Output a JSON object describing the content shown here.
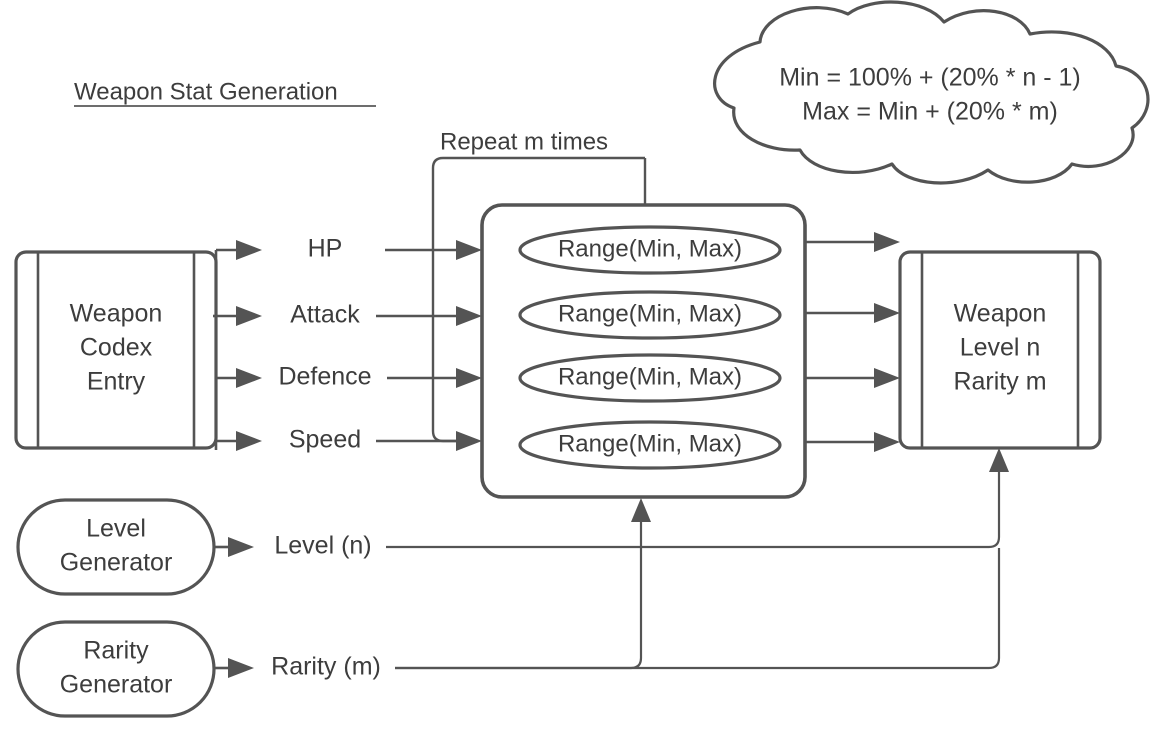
{
  "page": {
    "title": "Weapon Stat Generation",
    "background_color": "#ffffff",
    "stroke_color": "#545454",
    "text_color": "#3d3d3d"
  },
  "nodes": {
    "codex": {
      "name": "weapon-codex-entry",
      "line1": "Weapon",
      "line2": "Codex",
      "line3": "Entry"
    },
    "output": {
      "name": "weapon-output",
      "line1": "Weapon",
      "line2": "Level n",
      "line3": "Rarity m"
    },
    "level_generator": {
      "line1": "Level",
      "line2": "Generator"
    },
    "rarity_generator": {
      "line1": "Rarity",
      "line2": "Generator"
    }
  },
  "loop": {
    "label": "Repeat m times"
  },
  "cloud": {
    "line1": "Min = 100% + (20% *  n - 1)",
    "line2": "Max = Min + (20% *  m)"
  },
  "stats": [
    {
      "label": "HP"
    },
    {
      "label": "Attack"
    },
    {
      "label": "Defence"
    },
    {
      "label": "Speed"
    }
  ],
  "range_boxes": [
    {
      "label": "Range(Min, Max)"
    },
    {
      "label": "Range(Min, Max)"
    },
    {
      "label": "Range(Min, Max)"
    },
    {
      "label": "Range(Min, Max)"
    }
  ],
  "edge_labels": {
    "level": "Level (n)",
    "rarity": "Rarity (m)"
  }
}
